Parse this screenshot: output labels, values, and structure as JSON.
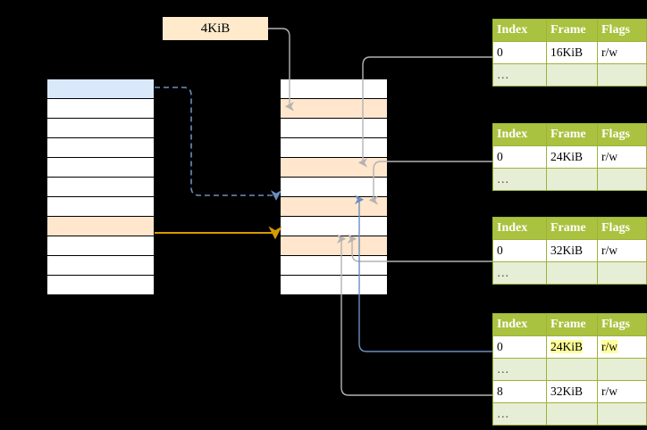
{
  "diagram": {
    "title_label": "4KiB",
    "colors": {
      "background": "#000000",
      "highlight_blue": "#dae8fc",
      "highlight_peach": "#ffe6cc",
      "table_header_green": "#a9c23f",
      "table_alt_row_green": "#e6eed5",
      "accent_orange": "#d79b00",
      "accent_blue": "#6c8ebf",
      "wire_gray": "#b3b3b3",
      "highlight_yellow": "#ffff99"
    }
  },
  "left_column": {
    "name": "virtual-address-space",
    "rows": [
      {
        "label": "",
        "fill": "blue"
      },
      {
        "label": "",
        "fill": "white"
      },
      {
        "label": "",
        "fill": "white"
      },
      {
        "label": "",
        "fill": "white"
      },
      {
        "label": "",
        "fill": "white"
      },
      {
        "label": "",
        "fill": "white"
      },
      {
        "label": "",
        "fill": "white"
      },
      {
        "label": "",
        "fill": "peach"
      },
      {
        "label": "",
        "fill": "white"
      },
      {
        "label": "",
        "fill": "white"
      },
      {
        "label": "",
        "fill": "white"
      }
    ]
  },
  "middle_column": {
    "name": "physical-memory",
    "rows": [
      {
        "label": "",
        "fill": "white"
      },
      {
        "label": "",
        "fill": "peach"
      },
      {
        "label": "",
        "fill": "white"
      },
      {
        "label": "",
        "fill": "white"
      },
      {
        "label": "",
        "fill": "peach"
      },
      {
        "label": "",
        "fill": "white"
      },
      {
        "label": "",
        "fill": "peach"
      },
      {
        "label": "",
        "fill": "white"
      },
      {
        "label": "",
        "fill": "peach"
      },
      {
        "label": "",
        "fill": "white"
      },
      {
        "label": "",
        "fill": "white"
      }
    ]
  },
  "tables": [
    {
      "name": "page-table-level-4",
      "headers": [
        "Index",
        "Frame",
        "Flags"
      ],
      "rows": [
        {
          "cells": [
            "0",
            "16KiB",
            "r/w"
          ],
          "style": "plain",
          "highlight": [
            false,
            false,
            false
          ]
        },
        {
          "cells": [
            "…",
            "",
            ""
          ],
          "style": "dots",
          "highlight": [
            false,
            false,
            false
          ]
        }
      ]
    },
    {
      "name": "page-table-level-3",
      "headers": [
        "Index",
        "Frame",
        "Flags"
      ],
      "rows": [
        {
          "cells": [
            "0",
            "24KiB",
            "r/w"
          ],
          "style": "plain",
          "highlight": [
            false,
            false,
            false
          ]
        },
        {
          "cells": [
            "…",
            "",
            ""
          ],
          "style": "dots",
          "highlight": [
            false,
            false,
            false
          ]
        }
      ]
    },
    {
      "name": "page-table-level-2",
      "headers": [
        "Index",
        "Frame",
        "Flags"
      ],
      "rows": [
        {
          "cells": [
            "0",
            "32KiB",
            "r/w"
          ],
          "style": "plain",
          "highlight": [
            false,
            false,
            false
          ]
        },
        {
          "cells": [
            "…",
            "",
            ""
          ],
          "style": "dots",
          "highlight": [
            false,
            false,
            false
          ]
        }
      ]
    },
    {
      "name": "page-table-level-1",
      "headers": [
        "Index",
        "Frame",
        "Flags"
      ],
      "rows": [
        {
          "cells": [
            "0",
            "24KiB",
            "r/w"
          ],
          "style": "plain",
          "highlight": [
            false,
            true,
            true
          ]
        },
        {
          "cells": [
            "…",
            "",
            ""
          ],
          "style": "dots",
          "highlight": [
            false,
            false,
            false
          ]
        },
        {
          "cells": [
            "8",
            "32KiB",
            "r/w"
          ],
          "style": "plain",
          "highlight": [
            false,
            false,
            false
          ]
        },
        {
          "cells": [
            "…",
            "",
            ""
          ],
          "style": "dots",
          "highlight": [
            false,
            false,
            false
          ]
        }
      ]
    }
  ]
}
